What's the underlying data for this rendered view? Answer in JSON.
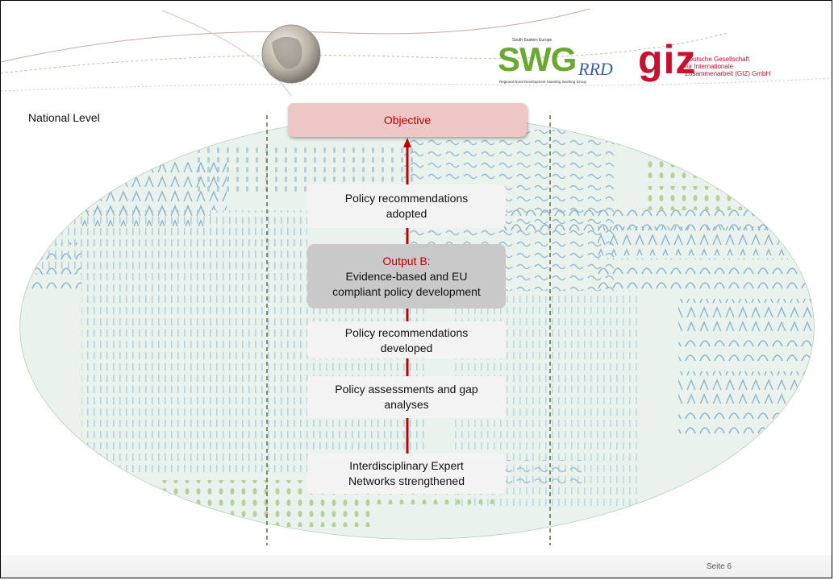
{
  "header": {
    "swg_top_text": "South Eastern Europe",
    "swg_word": "SWG",
    "swg_suffix": "RRD",
    "swg_bottom_text": "Regional Rural Development Standing Working Group",
    "giz_word": "giz",
    "giz_lines": [
      "Deutsche Gesellschaft",
      "für Internationale",
      "Zusammenarbeit (GIZ) GmbH"
    ]
  },
  "level_label": "National Level",
  "diagram": {
    "objective": "Objective",
    "boxes": [
      {
        "lines": [
          "Policy recommendations",
          "adopted"
        ]
      },
      {
        "lines": [
          "Policy recommendations",
          "developed"
        ]
      },
      {
        "lines": [
          "Policy assessments and gap",
          "analyses"
        ]
      },
      {
        "lines": [
          "Interdisciplinary Expert",
          "Networks strengthened"
        ]
      }
    ],
    "output": {
      "title": "Output B:",
      "lines": [
        "Evidence-based and EU",
        "compliant policy development"
      ]
    }
  },
  "colors": {
    "accent_red": "#c00000",
    "objective_fill": "#eec6c6",
    "output_fill": "#c9c9c9",
    "box_fill": "#f3f3f3",
    "giz_red": "#c8102e",
    "swg_green": "#6aa832"
  },
  "footer": {
    "page_label": "Seite 6"
  }
}
